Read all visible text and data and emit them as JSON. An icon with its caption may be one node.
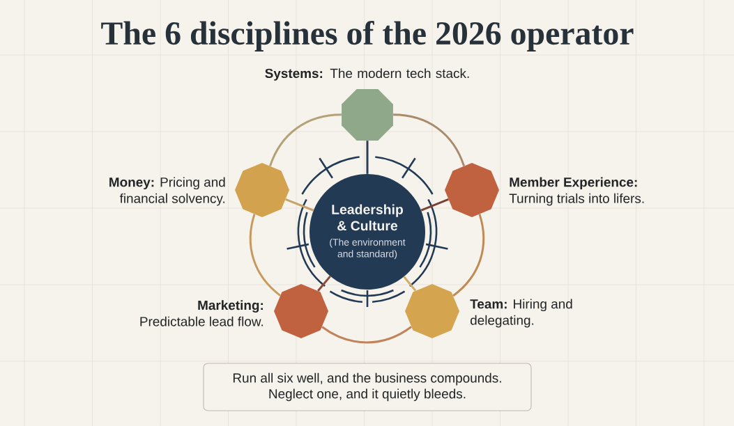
{
  "diagram": {
    "title": "The 6 disciplines of the 2026 operator",
    "nodes": [
      {
        "text": [],
        "shape": "octagon",
        "beside": [
          "**Systems:** The modern tech stack."
        ]
      },
      {
        "text": [],
        "shape": "octagon",
        "beside": [
          "**Money:** Pricing and financial solvency."
        ]
      },
      {
        "text": [],
        "shape": "octagon",
        "beside": [
          "**Member Experience:** Turning trials into lifers."
        ]
      },
      {
        "text": [
          "Leadership & Culture",
          "(The environment and standard)"
        ]
      },
      {
        "text": [],
        "shape": "octagon",
        "beside": [
          "**Marketing:** Predictable lead flow."
        ]
      },
      {
        "text": [],
        "shape": "octagon",
        "beside": [
          "**Team:** Hiring and delegating."
        ]
      },
      {
        "text": [
          "Run all six well, and the business compounds. Neglect one, and it quietly bleeds."
        ]
      }
    ],
    "edges": [
      {
        "from": 3,
        "to": 0,
        "arrow": "none",
        "color": "#2b3d55"
      },
      {
        "from": 3,
        "to": 1,
        "arrow": "none",
        "color": "#c9a36a"
      },
      {
        "from": 3,
        "to": 2,
        "arrow": "none",
        "color": "#7b4034"
      },
      {
        "from": 3,
        "to": 4,
        "arrow": "none",
        "color": "#8b4a38"
      },
      {
        "from": 3,
        "to": 5,
        "arrow": "none",
        "color": "#d3aa66"
      },
      {
        "from": 0,
        "to": 1,
        "arrow": "none",
        "color": "#b4a277"
      },
      {
        "from": 1,
        "to": 4,
        "arrow": "none",
        "color": "#c79a5c"
      },
      {
        "from": 4,
        "to": 5,
        "arrow": "none",
        "color": "#c2835a"
      },
      {
        "from": 5,
        "to": 2,
        "arrow": "none",
        "color": "#c08a55"
      },
      {
        "from": 2,
        "to": 0,
        "arrow": "none",
        "color": "#a98b6c"
      }
    ]
  }
}
